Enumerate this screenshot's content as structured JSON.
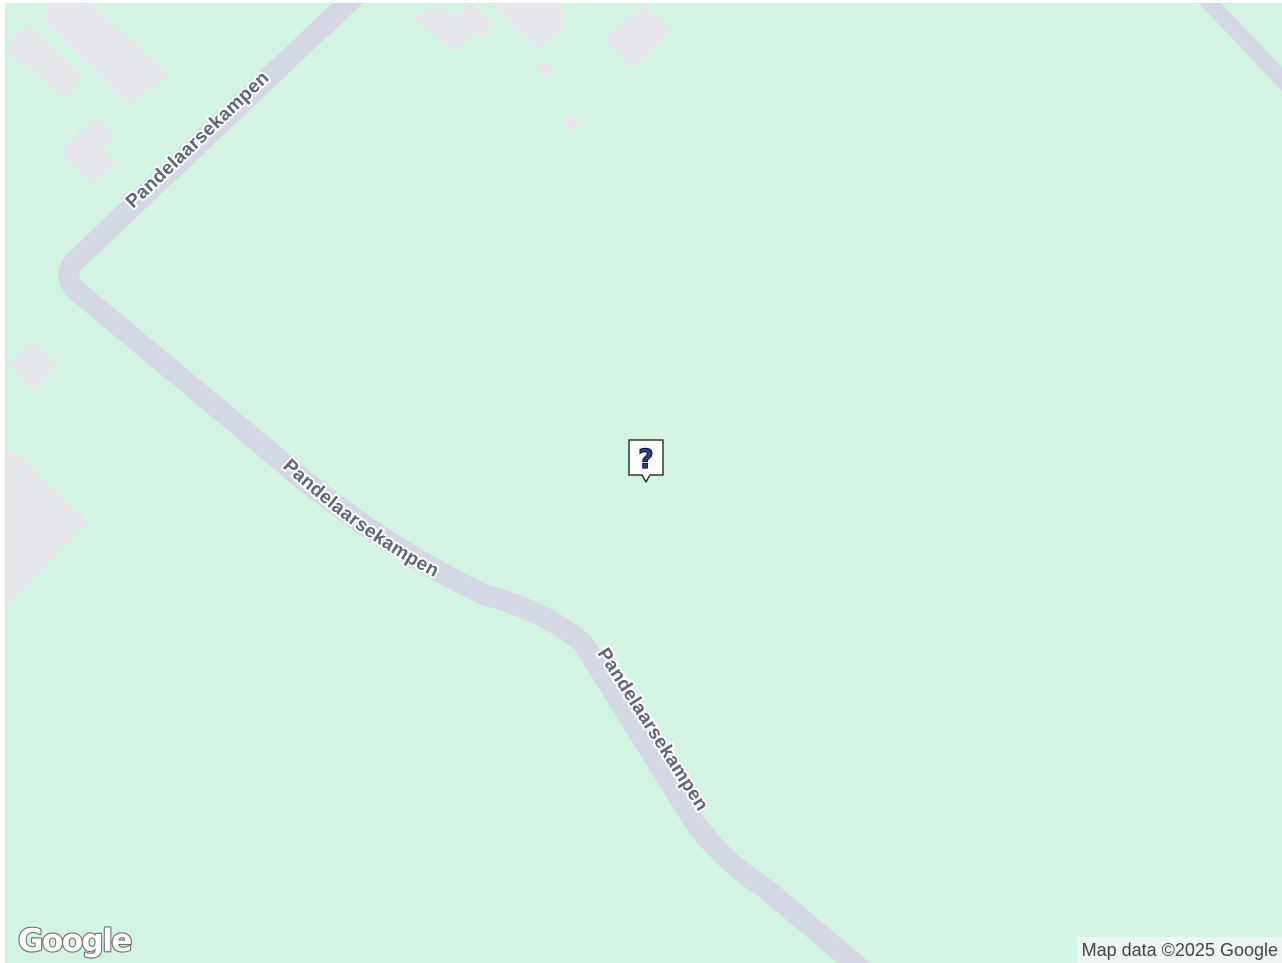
{
  "map": {
    "colors": {
      "land": "#d1f4e3",
      "building": "#e4e6ea",
      "road": "#d3d8e4",
      "road_label": "#5d6577",
      "marker_glyph": "#2b3f95"
    },
    "roads": [
      {
        "name": "Pandelaarsekampen"
      },
      {
        "name": "Pandelaarsekampen"
      },
      {
        "name": "Pandelaarsekampen"
      }
    ],
    "marker": {
      "icon": "question-mark-icon",
      "glyph": "?"
    },
    "attribution": {
      "logo": "Google",
      "copyright": "Map data ©2025 Google"
    }
  }
}
